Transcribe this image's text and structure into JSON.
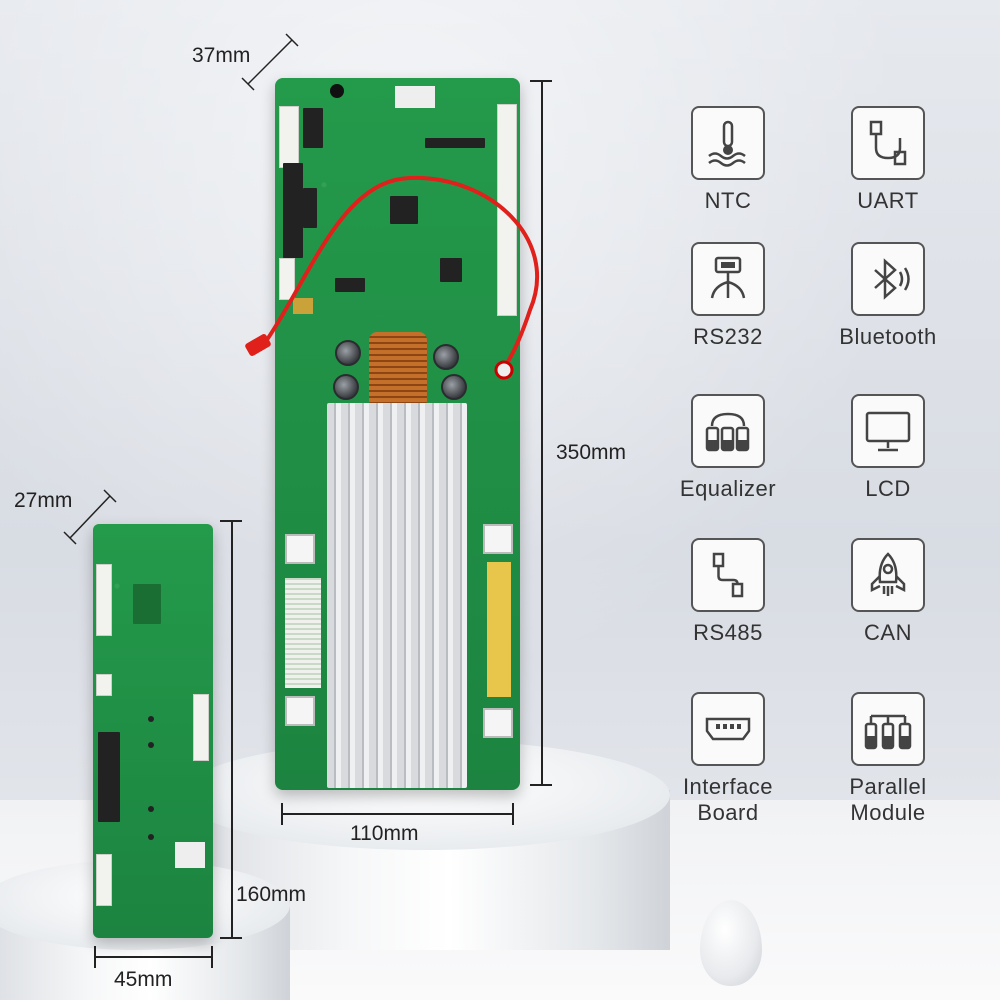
{
  "dimensions": {
    "main_thickness": "37mm",
    "main_height": "350mm",
    "main_width": "110mm",
    "sub_thickness": "27mm",
    "sub_height": "160mm",
    "sub_width": "45mm"
  },
  "features": [
    {
      "label": "NTC",
      "icon": "thermometer-icon"
    },
    {
      "label": "UART",
      "icon": "cable-icon"
    },
    {
      "label": "RS232",
      "icon": "rs232-plug-icon"
    },
    {
      "label": "Bluetooth",
      "icon": "bluetooth-icon"
    },
    {
      "label": "Equalizer",
      "icon": "battery-cells-icon"
    },
    {
      "label": "LCD",
      "icon": "monitor-icon"
    },
    {
      "label": "RS485",
      "icon": "rs485-cable-icon"
    },
    {
      "label": "CAN",
      "icon": "rocket-icon"
    },
    {
      "label": "Interface\nBoard",
      "icon": "interface-port-icon"
    },
    {
      "label": "Parallel\nModule",
      "icon": "parallel-battery-icon"
    }
  ],
  "colors": {
    "pcb_green": "#1f8d43",
    "wire_red": "#e0201b",
    "icon_stroke": "#444444"
  }
}
